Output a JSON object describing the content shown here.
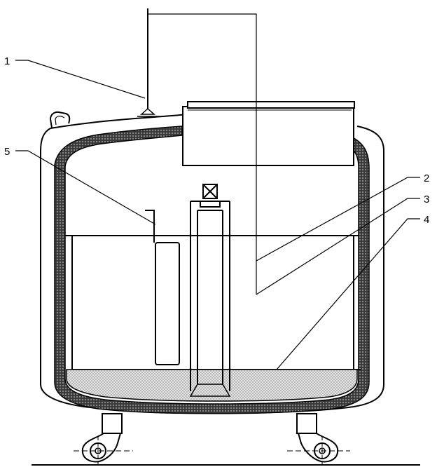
{
  "diagram": {
    "labels": {
      "label_1": "1",
      "label_2": "2",
      "label_3": "3",
      "label_4": "4",
      "label_5": "5"
    },
    "colors": {
      "line": "#000000",
      "insulation": "#444444",
      "liquid_fill": "#dcdcdc",
      "background": "#ffffff"
    }
  }
}
